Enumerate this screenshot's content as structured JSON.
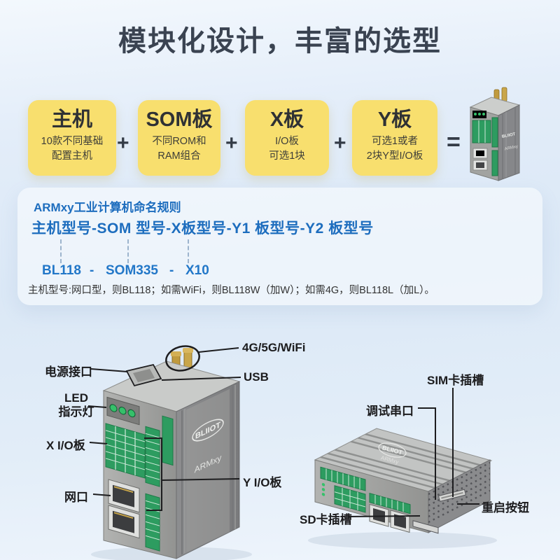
{
  "title": "模块化设计，丰富的选型",
  "modules": {
    "plus_sign": "+",
    "equals_sign": "=",
    "items": [
      {
        "name": "主机",
        "desc_line1": "10款不同基础",
        "desc_line2": "配置主机"
      },
      {
        "name": "SOM板",
        "desc_line1": "不同ROM和",
        "desc_line2": "RAM组合"
      },
      {
        "name": "X板",
        "desc_line1": "I/O板",
        "desc_line2": "可选1块"
      },
      {
        "name": "Y板",
        "desc_line1": "可选1或者",
        "desc_line2": "2块Y型I/O板"
      }
    ]
  },
  "naming": {
    "heading": "ARMxy工业计算机命名规则",
    "formula": "主机型号-SOM 型号-X板型号-Y1 板型号-Y2 板型号",
    "example": {
      "host": "BL118",
      "sep1": "-",
      "som": "SOM335",
      "sep2": "-",
      "x": "X10"
    },
    "note": "主机型号:网口型，则BL118；如需WiFi，则BL118W（加W）；如需4G，则BL118L（加L）。"
  },
  "diagram": {
    "labels": {
      "antenna": "4G/5G/WiFi",
      "power": "电源接口",
      "usb": "USB",
      "led_line1": "LED",
      "led_line2": "指示灯",
      "x_board": "X I/O板",
      "lan": "网口",
      "y_board": "Y I/O板",
      "sim": "SIM卡插槽",
      "debug": "调试串口",
      "sd": "SD卡插槽",
      "reset": "重启按钮"
    },
    "device_markings": {
      "brand": "BLIIOT",
      "model": "ARMxy"
    }
  },
  "colors": {
    "background_top": "#f3f8fd",
    "background_mid": "#dbe8f6",
    "accent_blue": "#1d6dbe",
    "box_yellow": "#f8df6e",
    "title_dark": "#3a4351",
    "leader_line": "#1d1d1f",
    "terminal_green": "#2d9c60",
    "device_gray": "#9b9c9a",
    "antenna_gold": "#c09a3e"
  }
}
